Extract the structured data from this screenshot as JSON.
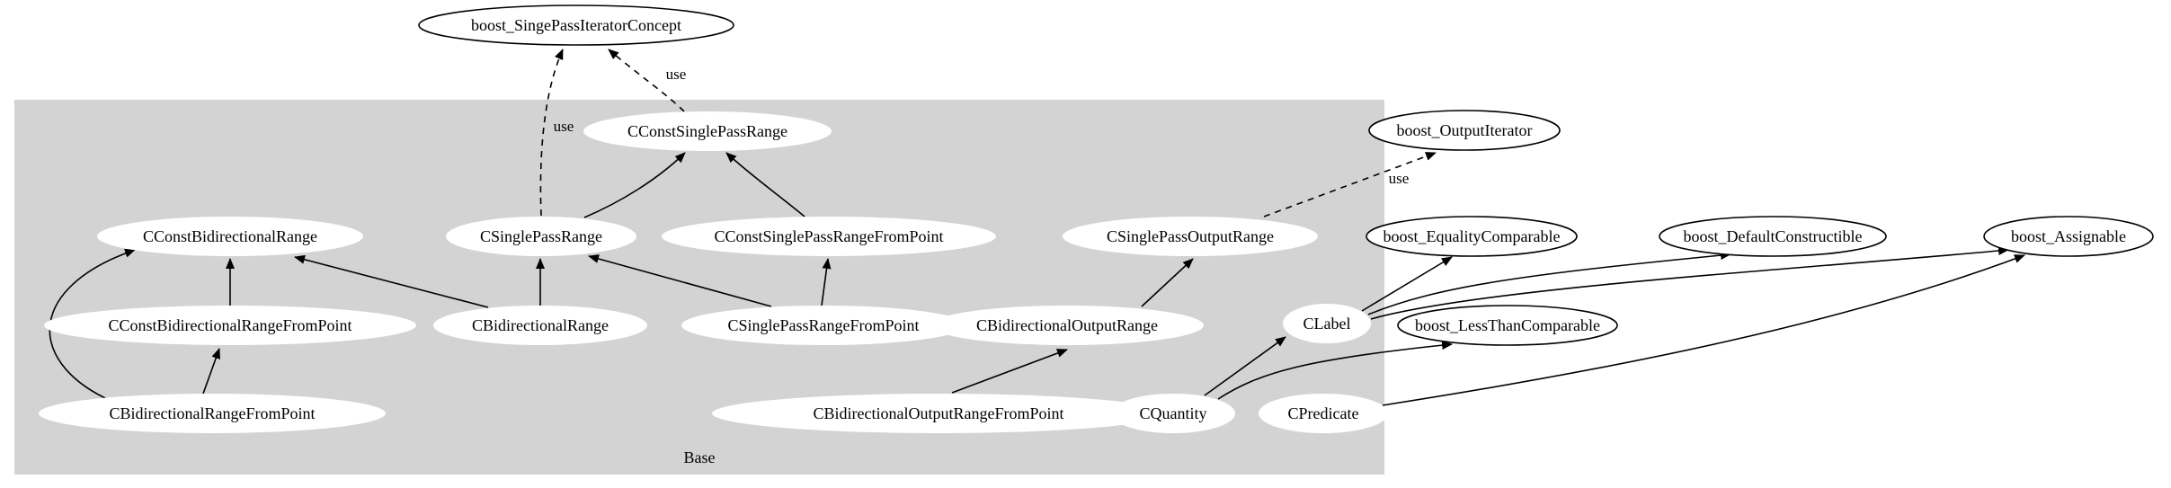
{
  "cluster": {
    "label": "Base",
    "fill": "#d3d3d3"
  },
  "nodes": [
    {
      "id": "n_singe",
      "label": "boost_SingePassIteratorConcept",
      "external": true
    },
    {
      "id": "n_outit",
      "label": "boost_OutputIterator",
      "external": true
    },
    {
      "id": "n_eqc",
      "label": "boost_EqualityComparable",
      "external": true
    },
    {
      "id": "n_defc",
      "label": "boost_DefaultConstructible",
      "external": true
    },
    {
      "id": "n_assig",
      "label": "boost_Assignable",
      "external": true
    },
    {
      "id": "n_ltc",
      "label": "boost_LessThanComparable",
      "external": true
    },
    {
      "id": "n_cspr",
      "label": "CConstSinglePassRange",
      "external": false
    },
    {
      "id": "n_cbr",
      "label": "CConstBidirectionalRange",
      "external": false
    },
    {
      "id": "n_spr",
      "label": "CSinglePassRange",
      "external": false
    },
    {
      "id": "n_csprfp",
      "label": "CConstSinglePassRangeFromPoint",
      "external": false
    },
    {
      "id": "n_spor",
      "label": "CSinglePassOutputRange",
      "external": false
    },
    {
      "id": "n_cbrfp",
      "label": "CConstBidirectionalRangeFromPoint",
      "external": false
    },
    {
      "id": "n_br",
      "label": "CBidirectionalRange",
      "external": false
    },
    {
      "id": "n_sprfp",
      "label": "CSinglePassRangeFromPoint",
      "external": false
    },
    {
      "id": "n_bor",
      "label": "CBidirectionalOutputRange",
      "external": false
    },
    {
      "id": "n_label",
      "label": "CLabel",
      "external": false
    },
    {
      "id": "n_brfp",
      "label": "CBidirectionalRangeFromPoint",
      "external": false
    },
    {
      "id": "n_borfp",
      "label": "CBidirectionalOutputRangeFromPoint",
      "external": false
    },
    {
      "id": "n_qty",
      "label": "CQuantity",
      "external": false
    },
    {
      "id": "n_pred",
      "label": "CPredicate",
      "external": false
    }
  ],
  "edges": [
    {
      "from": "n_cspr",
      "to": "n_singe",
      "style": "dashed",
      "label": "use"
    },
    {
      "from": "n_spr",
      "to": "n_singe",
      "style": "dashed",
      "label": "use"
    },
    {
      "from": "n_spor",
      "to": "n_outit",
      "style": "dashed",
      "label": "use"
    },
    {
      "from": "n_spr",
      "to": "n_cspr",
      "style": "solid"
    },
    {
      "from": "n_csprfp",
      "to": "n_cspr",
      "style": "solid"
    },
    {
      "from": "n_cbrfp",
      "to": "n_cbr",
      "style": "solid"
    },
    {
      "from": "n_br",
      "to": "n_cbr",
      "style": "solid"
    },
    {
      "from": "n_brfp",
      "to": "n_cbr",
      "style": "solid"
    },
    {
      "from": "n_br",
      "to": "n_spr",
      "style": "solid"
    },
    {
      "from": "n_sprfp",
      "to": "n_spr",
      "style": "solid"
    },
    {
      "from": "n_sprfp",
      "to": "n_csprfp",
      "style": "solid"
    },
    {
      "from": "n_brfp",
      "to": "n_cbrfp",
      "style": "solid"
    },
    {
      "from": "n_bor",
      "to": "n_spor",
      "style": "solid"
    },
    {
      "from": "n_borfp",
      "to": "n_bor",
      "style": "solid"
    },
    {
      "from": "n_label",
      "to": "n_eqc",
      "style": "solid"
    },
    {
      "from": "n_label",
      "to": "n_defc",
      "style": "solid"
    },
    {
      "from": "n_label",
      "to": "n_assig",
      "style": "solid"
    },
    {
      "from": "n_qty",
      "to": "n_label",
      "style": "solid"
    },
    {
      "from": "n_qty",
      "to": "n_ltc",
      "style": "solid"
    },
    {
      "from": "n_pred",
      "to": "n_assig",
      "style": "solid"
    }
  ]
}
